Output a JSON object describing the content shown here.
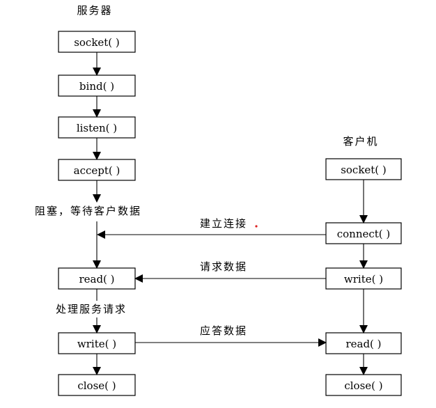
{
  "server": {
    "title": "服务器",
    "steps": {
      "socket": "socket( )",
      "bind": "bind( )",
      "listen": "listen( )",
      "accept": "accept( )",
      "read": "read( )",
      "write": "write( )",
      "close": "close( )"
    },
    "notes": {
      "blocking": "阻塞，等待客户数据",
      "processing": "处理服务请求"
    }
  },
  "client": {
    "title": "客户机",
    "steps": {
      "socket": "socket( )",
      "connect": "connect( )",
      "write": "write( )",
      "read": "read( )",
      "close": "close( )"
    }
  },
  "messages": {
    "establish": "建立连接",
    "request": "请求数据",
    "reply": "应答数据"
  }
}
